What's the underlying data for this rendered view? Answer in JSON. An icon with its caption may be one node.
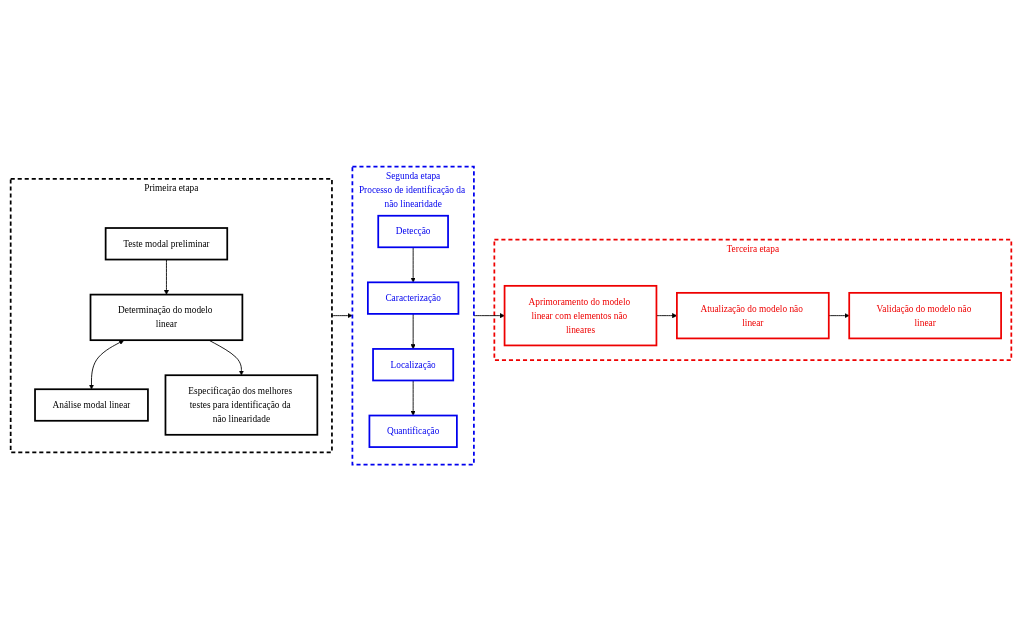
{
  "diagram": {
    "nodes": [
      {
        "text": [
          "Primeira etapa"
        ]
      },
      {
        "text": [
          "Teste modal preliminar"
        ],
        "in": 0
      },
      {
        "text": [
          "Determinação do modelo linear"
        ],
        "in": 0
      },
      {
        "text": [
          "Análise modal linear"
        ],
        "in": 0
      },
      {
        "text": [
          "Especificação dos melhores testes para identificação da não linearidade"
        ],
        "in": 0
      },
      {
        "text": [
          "Segunda etapa",
          "Processo de identificação da não linearidade"
        ]
      },
      {
        "text": [
          "Detecção"
        ],
        "in": 5
      },
      {
        "text": [
          "Caracterização"
        ],
        "in": 5
      },
      {
        "text": [
          "Localização"
        ],
        "in": 5
      },
      {
        "text": [
          "Quantificação"
        ],
        "in": 5
      },
      {
        "text": [
          "Terceira etapa"
        ]
      },
      {
        "text": [
          "Aprimoramento do modelo linear com elementos não lineares"
        ],
        "in": 10
      },
      {
        "text": [
          "Atualização do modelo não linear"
        ],
        "in": 10
      },
      {
        "text": [
          "Validação do modelo não linear"
        ],
        "in": 10
      }
    ],
    "edges": [
      {
        "from": 1,
        "to": 2,
        "arrow": "to"
      },
      {
        "from": 2,
        "to": 3,
        "arrow": "both"
      },
      {
        "from": 2,
        "to": 4,
        "arrow": "to"
      },
      {
        "from": 0,
        "to": 5,
        "arrow": "to"
      },
      {
        "from": 6,
        "to": 7,
        "arrow": "to"
      },
      {
        "from": 7,
        "to": 8,
        "arrow": "to"
      },
      {
        "from": 8,
        "to": 9,
        "arrow": "to"
      },
      {
        "from": 5,
        "to": 11,
        "arrow": "to"
      },
      {
        "from": 11,
        "to": 12,
        "arrow": "to"
      },
      {
        "from": 12,
        "to": 13,
        "arrow": "to"
      }
    ]
  }
}
